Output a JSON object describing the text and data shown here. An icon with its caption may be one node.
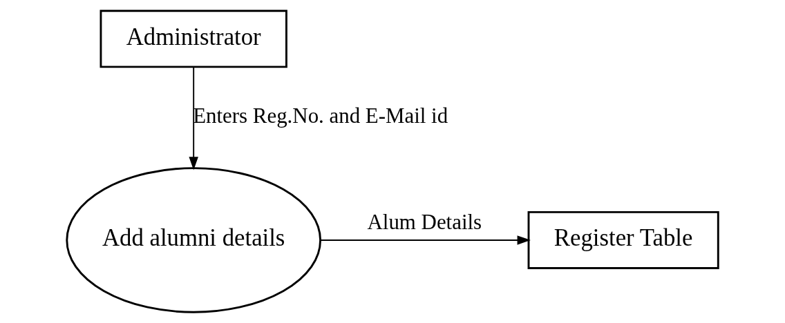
{
  "diagram": {
    "nodes": [
      {
        "text": [
          "Administrator"
        ]
      },
      {
        "text": [
          "Add alumni details"
        ]
      },
      {
        "text": [
          "Register Table"
        ]
      }
    ],
    "edges": [
      {
        "from": 0,
        "to": 1,
        "arrow": "to",
        "label": "Enters Reg.No. and E-Mail id"
      },
      {
        "from": 1,
        "to": 2,
        "arrow": "to",
        "label": "Alum Details"
      }
    ]
  }
}
